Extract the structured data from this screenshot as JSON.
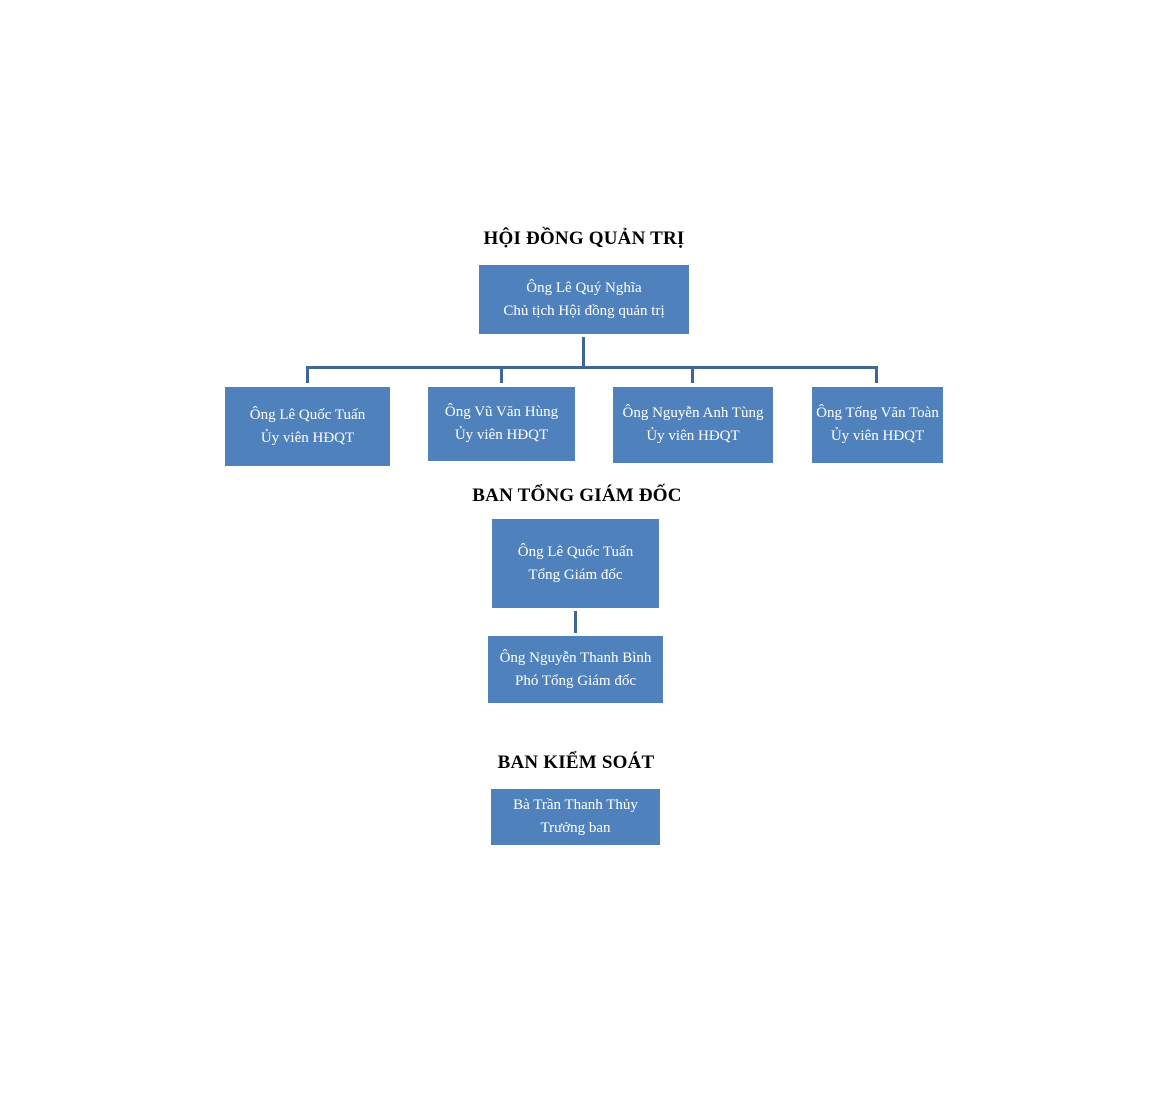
{
  "board": {
    "title": "HỘI ĐỒNG QUẢN TRỊ",
    "chair": {
      "name": "Ông Lê Quý Nghĩa",
      "role": "Chủ tịch Hội đồng quản trị"
    },
    "members": [
      {
        "name": "Ông Lê Quốc Tuấn",
        "role": "Ủy viên HĐQT"
      },
      {
        "name": "Ông Vũ Văn Hùng",
        "role": "Ủy viên HĐQT"
      },
      {
        "name": "Ông Nguyễn Anh Tùng",
        "role": "Ủy viên HĐQT"
      },
      {
        "name": "Ông Tống Văn Toàn",
        "role": "Ủy viên HĐQT"
      }
    ]
  },
  "management": {
    "title": "BAN TỔNG GIÁM ĐỐC",
    "ceo": {
      "name": "Ông Lê Quốc Tuấn",
      "role": "Tổng Giám đốc"
    },
    "deputy": {
      "name": "Ông Nguyễn Thanh Bình",
      "role": "Phó Tổng Giám đốc"
    }
  },
  "supervisory": {
    "title": "BAN KIỂM SOÁT",
    "head": {
      "name": "Bà Trần Thanh Thủy",
      "role": "Trưởng ban"
    }
  },
  "colors": {
    "box": "#4f81bd",
    "connector": "#3e6797",
    "box_text": "#ffffff",
    "title_text": "#000000"
  }
}
